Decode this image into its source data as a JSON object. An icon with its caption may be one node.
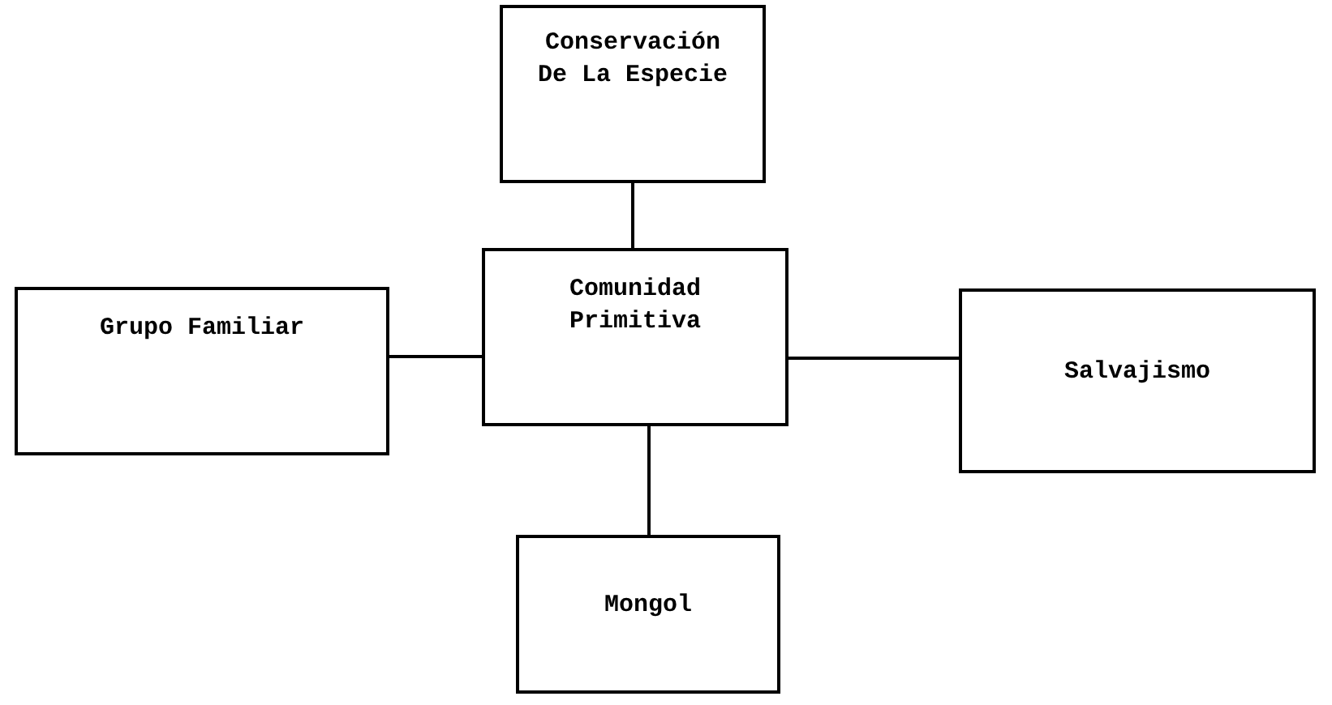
{
  "diagram": {
    "nodes": [
      {
        "text": [
          "Conservación De La Especie"
        ]
      },
      {
        "text": [
          "Grupo Familiar"
        ]
      },
      {
        "text": [
          "Comunidad Primitiva"
        ]
      },
      {
        "text": [
          "Salvajismo"
        ]
      },
      {
        "text": [
          "Mongol"
        ]
      }
    ],
    "edges": [
      {
        "from": 2,
        "to": 0,
        "arrow": "none"
      },
      {
        "from": 1,
        "to": 2,
        "arrow": "none"
      },
      {
        "from": 2,
        "to": 3,
        "arrow": "none"
      },
      {
        "from": 2,
        "to": 4,
        "arrow": "none"
      }
    ]
  }
}
